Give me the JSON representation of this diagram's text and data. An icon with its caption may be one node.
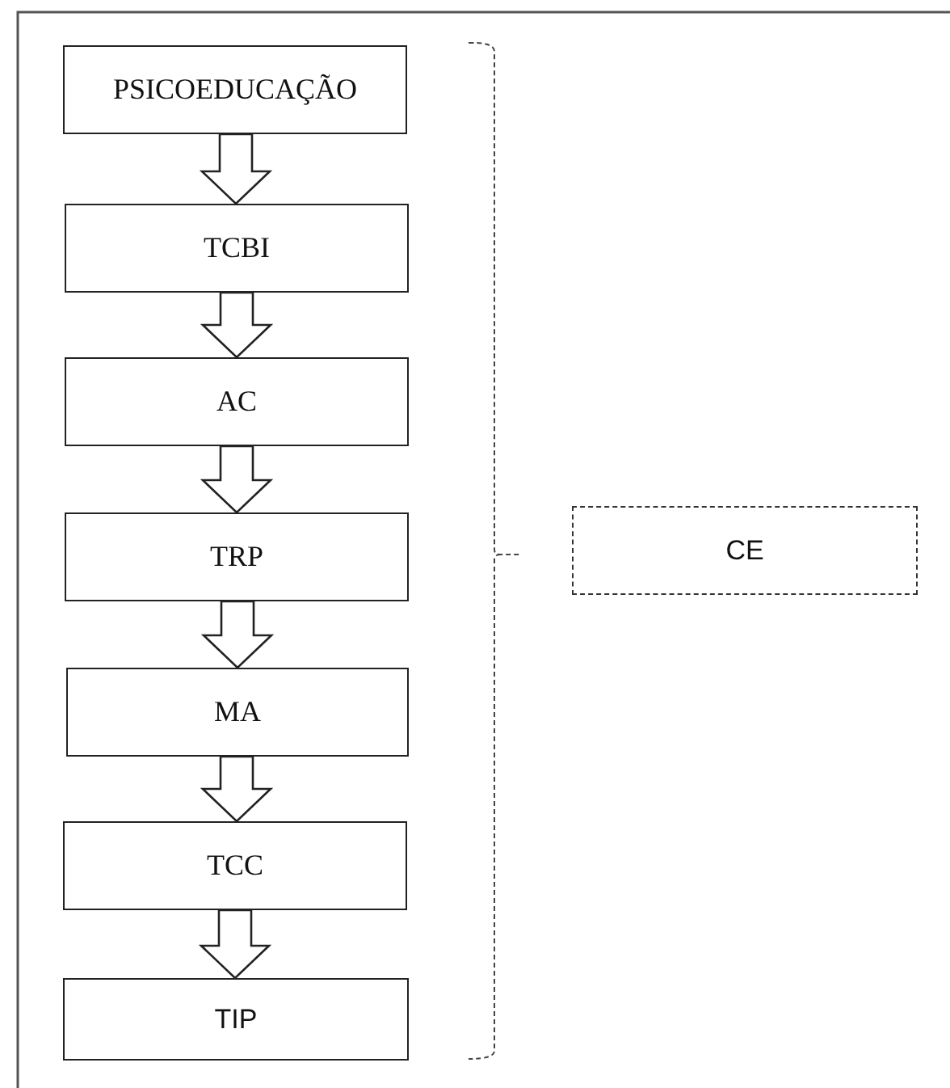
{
  "diagram": {
    "nodes": [
      {
        "text": [
          "PSICOEDUCAÇÃO"
        ]
      },
      {
        "text": [
          "TCBI"
        ]
      },
      {
        "text": [
          "AC"
        ]
      },
      {
        "text": [
          "TRP"
        ]
      },
      {
        "text": [
          "MA"
        ]
      },
      {
        "text": [
          "TCC"
        ]
      },
      {
        "text": [
          "TIP"
        ]
      },
      {
        "text": [
          "CE"
        ]
      }
    ],
    "edges": [
      {
        "from": 0,
        "to": 1,
        "arrow": "to"
      },
      {
        "from": 1,
        "to": 2,
        "arrow": "to"
      },
      {
        "from": 2,
        "to": 3,
        "arrow": "to"
      },
      {
        "from": 3,
        "to": 4,
        "arrow": "to"
      },
      {
        "from": 4,
        "to": 5,
        "arrow": "to"
      },
      {
        "from": 5,
        "to": 6,
        "arrow": "to"
      }
    ]
  }
}
